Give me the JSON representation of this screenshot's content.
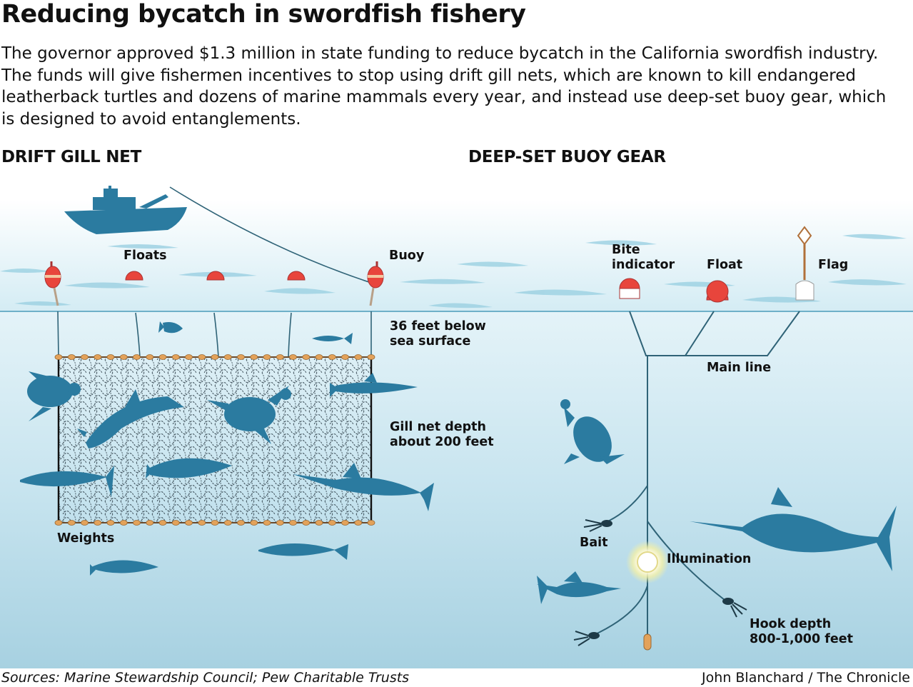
{
  "title": "Reducing bycatch in swordfish fishery",
  "intro": "The governor approved $1.3 million in state funding to reduce bycatch in the California swordfish industry. The funds will give fishermen incentives to stop using drift gill nets, which are known to kill endangered leatherback turtles and dozens of marine mammals every year, and instead use deep-set buoy gear, which is designed to avoid entanglements.",
  "left_section": {
    "heading": "DRIFT GILL NET",
    "labels": {
      "floats": "Floats",
      "buoy": "Buoy",
      "surface_depth": "36 feet below\nsea surface",
      "net_depth": "Gill net depth\nabout 200 feet",
      "weights": "Weights"
    }
  },
  "right_section": {
    "heading": "DEEP-SET BUOY GEAR",
    "labels": {
      "bite_indicator": "Bite\nindicator",
      "float": "Float",
      "flag": "Flag",
      "main_line": "Main line",
      "bait": "Bait",
      "illumination": "Illumination",
      "hook_depth": "Hook depth\n800-1,000 feet"
    }
  },
  "footer": {
    "sources": "Sources: Marine Stewardship Council; Pew Charitable Trusts",
    "credit": "John Blanchard / The Chronicle"
  },
  "colors": {
    "sky_top": "#ffffff",
    "water_light": "#dff0f6",
    "water_deep": "#a9d3e2",
    "animal": "#2b7ba0",
    "float_red": "#e8453c",
    "line": "#2f6377",
    "bead": "#e3a25a"
  }
}
